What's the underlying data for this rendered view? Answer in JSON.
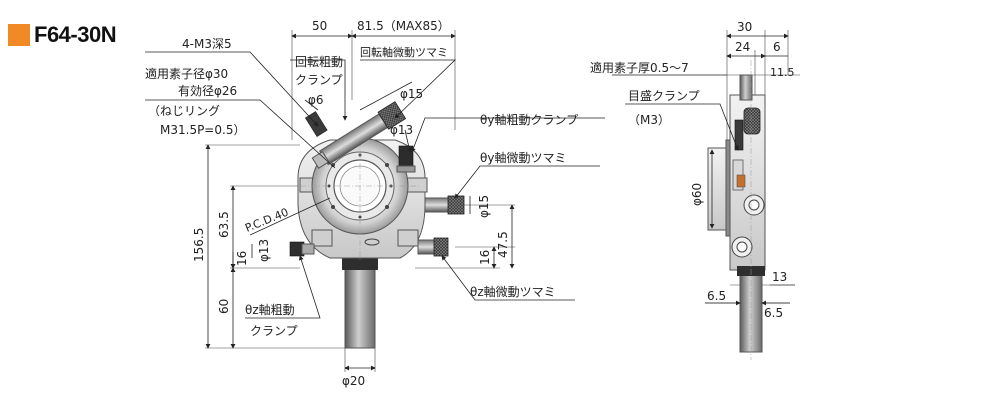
{
  "title": "F64-30N",
  "colors": {
    "accent": "#f08a24",
    "metal_light": "#e8e8e8",
    "metal_mid": "#b4b4b4",
    "metal_dark": "#4a4a4a",
    "knurl": "#2a2a2a"
  },
  "front": {
    "dim_top_50": "50",
    "dim_top_815": "81.5（MAX85）",
    "m3": "4-M3深5",
    "elem_dia": "適用素子径φ30",
    "eff_dia": "有効径φ26",
    "ring_1": "（ねじリング",
    "ring_2": "M31.5P=0.5）",
    "rot_clamp_1": "回転粗動",
    "rot_clamp_2": "クランプ",
    "rot_fine": "回転軸微動ツマミ",
    "phi6": "φ6",
    "phi15_top": "φ15",
    "phi13_top": "φ13",
    "ty_clamp": "θy軸粗動クランプ",
    "ty_fine": "θy軸微動ツマミ",
    "phi15_right": "φ15",
    "pcd": "P.C.D.40",
    "d1565": "156.5",
    "d635": "63.5",
    "phi13_left": "φ13",
    "d16_left": "16",
    "d475": "47.5",
    "d16_right": "16",
    "d60": "60",
    "tz_clamp_1": "θz軸粗動",
    "tz_clamp_2": "クランプ",
    "tz_fine": "θz軸微動ツマミ",
    "phi20": "φ20"
  },
  "side": {
    "d30": "30",
    "d24": "24",
    "d6": "6",
    "thick": "適用素子厚0.5～7",
    "d115": "11.5",
    "scale_clamp": "目盛クランプ",
    "m3": "（M3）",
    "phi60": "φ60",
    "d13": "13",
    "d65_left": "6.5",
    "d65_right": "6.5"
  }
}
